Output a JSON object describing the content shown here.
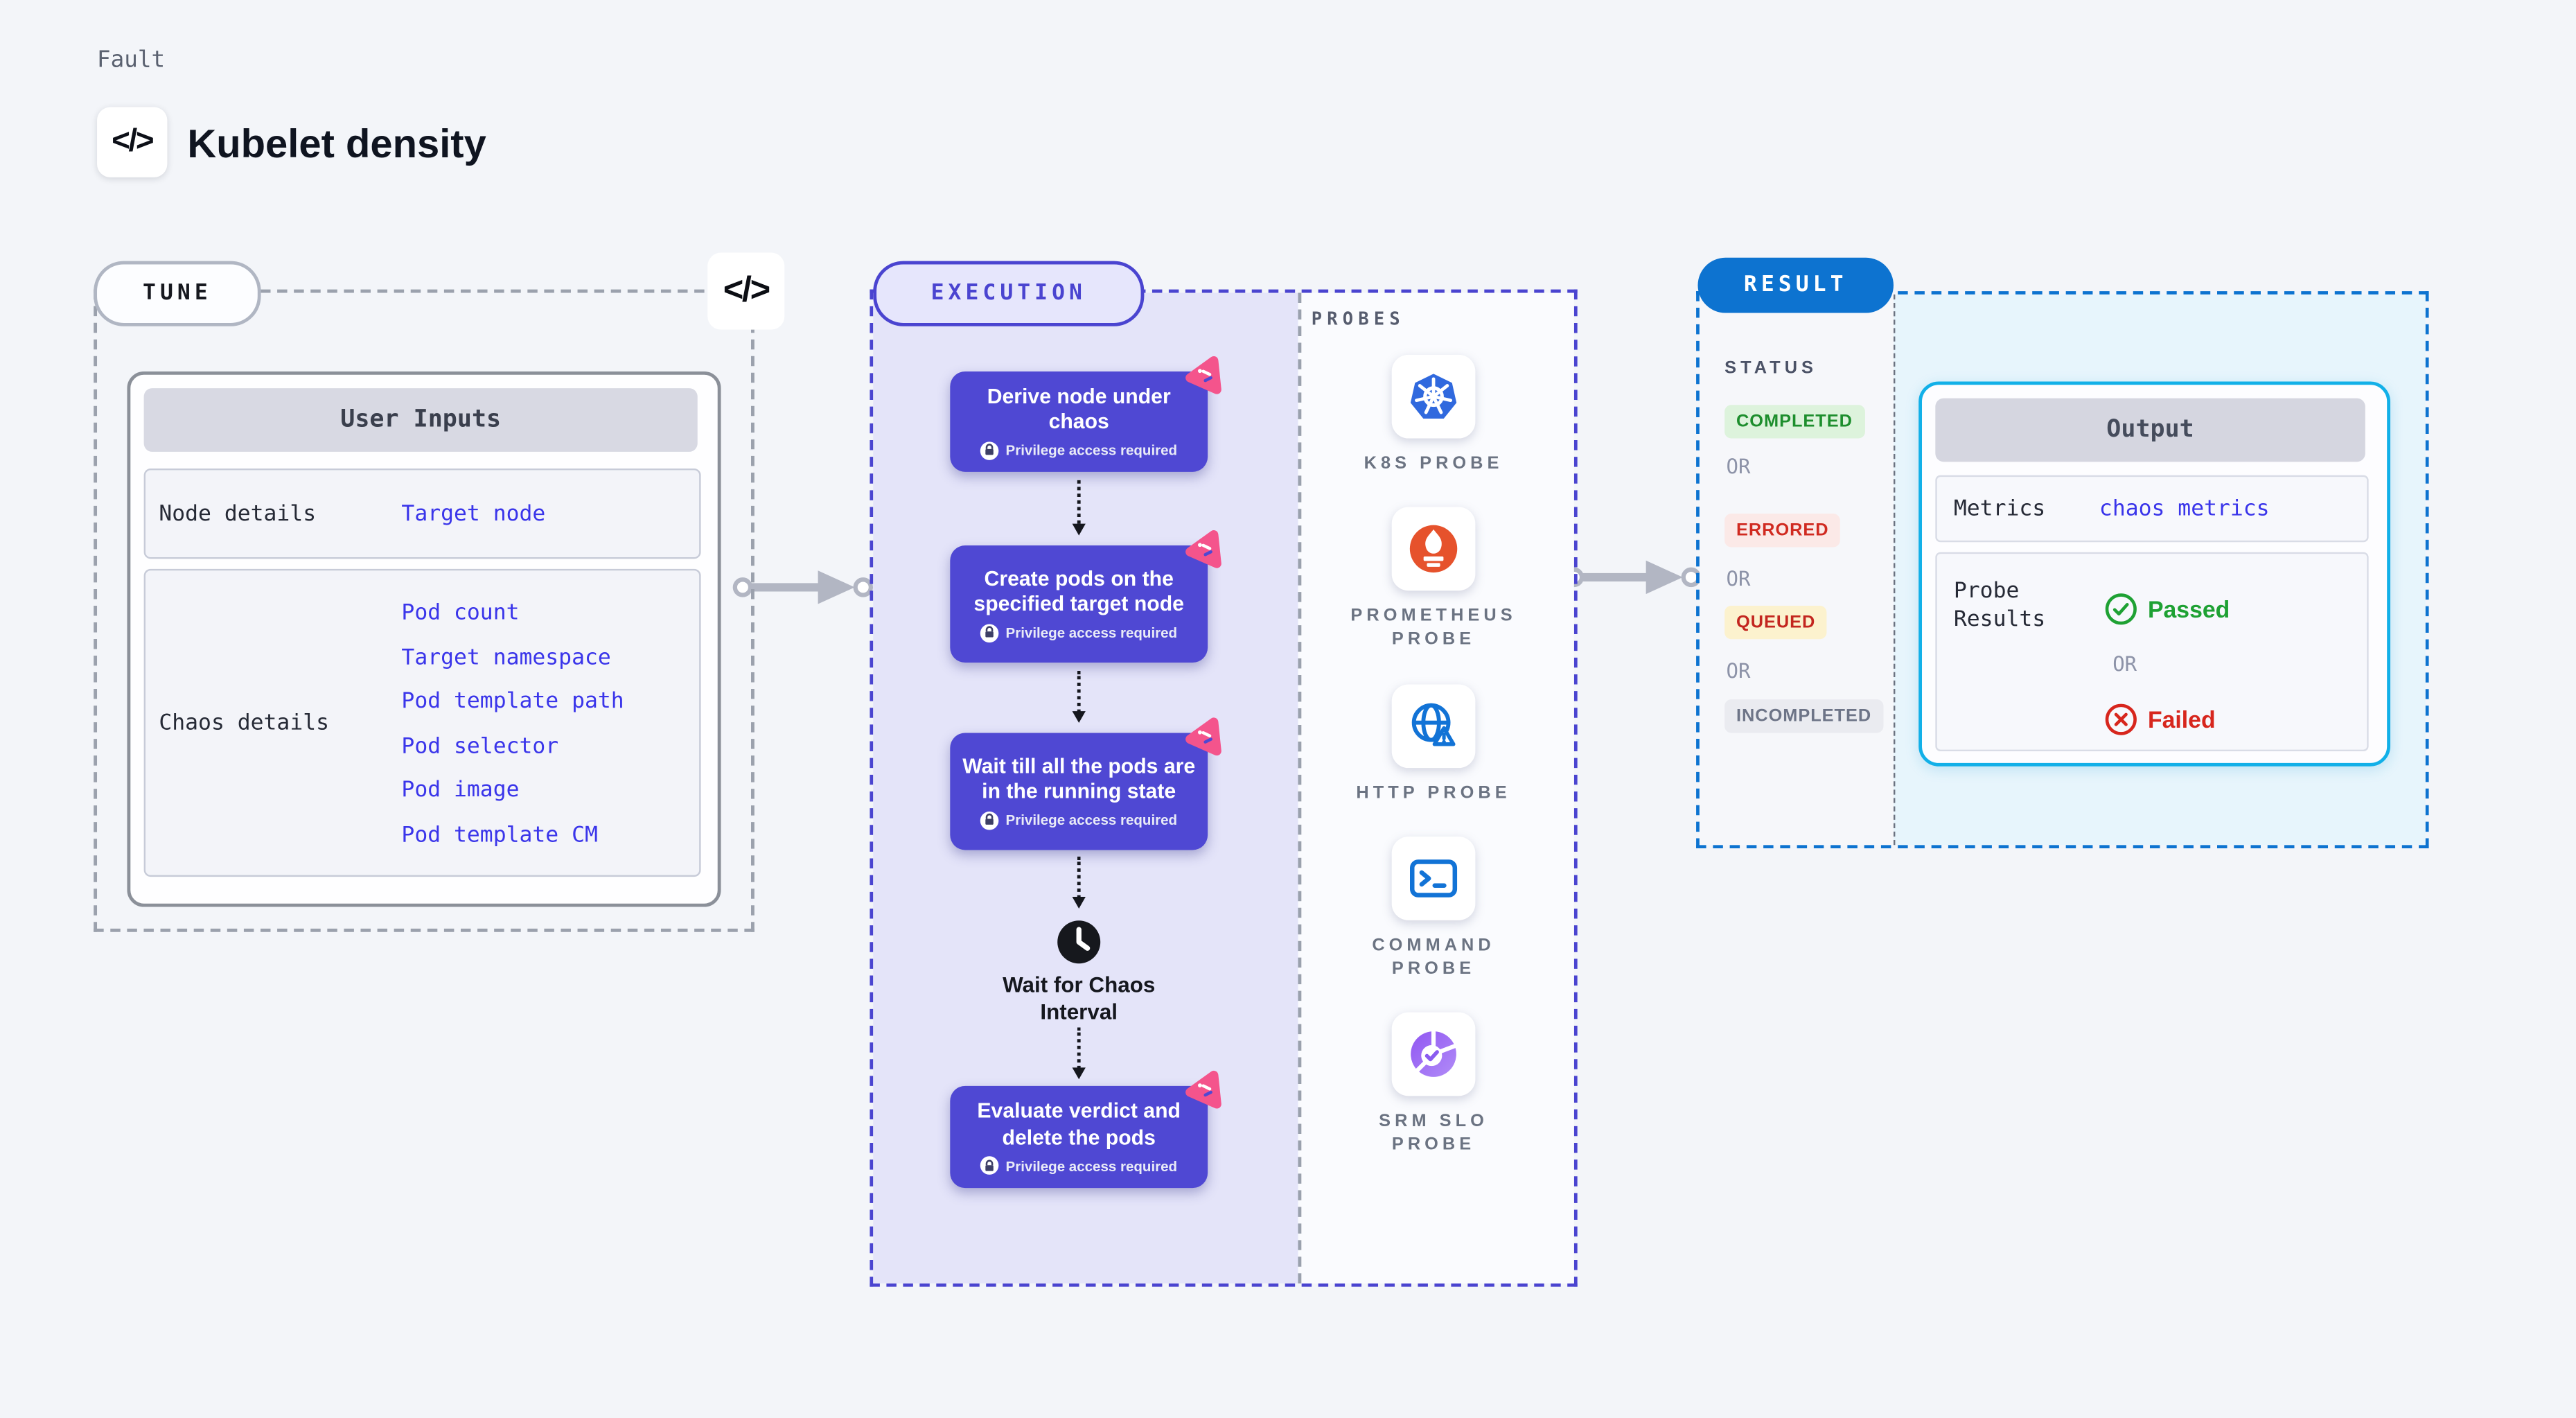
{
  "header": {
    "category_label": "Fault",
    "title": "Kubelet density",
    "code_glyph": "</>"
  },
  "tune": {
    "pill_label": "TUNE",
    "code_glyph": "</>",
    "user_inputs": {
      "title": "User Inputs",
      "rows": [
        {
          "label": "Node details",
          "links": [
            "Target node"
          ]
        },
        {
          "label": "Chaos details",
          "links": [
            "Pod count",
            "Target namespace",
            "Pod template path",
            "Pod selector",
            "Pod image",
            "Pod template CM"
          ]
        }
      ]
    }
  },
  "execution": {
    "pill_label": "EXECUTION",
    "steps": [
      {
        "title": "Derive node under chaos",
        "note": "Privilege access required"
      },
      {
        "title": "Create pods on the specified target node",
        "note": "Privilege access required"
      },
      {
        "title": "Wait till all the pods are in the running state",
        "note": "Privilege access required"
      },
      {
        "title": "Evaluate verdict and delete the pods",
        "note": "Privilege access required"
      }
    ],
    "wait_label": "Wait for Chaos Interval"
  },
  "probes": {
    "section_label": "PROBES",
    "items": [
      {
        "label": "K8S PROBE",
        "icon": "kubernetes-icon"
      },
      {
        "label": "PROMETHEUS PROBE",
        "icon": "prometheus-icon"
      },
      {
        "label": "HTTP PROBE",
        "icon": "http-globe-warning-icon"
      },
      {
        "label": "COMMAND PROBE",
        "icon": "terminal-icon"
      },
      {
        "label": "SRM SLO PROBE",
        "icon": "srm-slo-icon"
      }
    ]
  },
  "result": {
    "pill_label": "RESULT",
    "status": {
      "label": "STATUS",
      "or_label": "OR",
      "badges": [
        {
          "text": "COMPLETED",
          "type": "completed"
        },
        {
          "text": "ERRORED",
          "type": "errored"
        },
        {
          "text": "QUEUED",
          "type": "queued"
        },
        {
          "text": "INCOMPLETED",
          "type": "incompleted"
        }
      ]
    },
    "output": {
      "title": "Output",
      "rows": {
        "metrics_label": "Metrics",
        "metrics_link": "chaos metrics",
        "probe_results_label": "Probe Results",
        "passed_label": "Passed",
        "or_label": "OR",
        "failed_label": "Failed"
      }
    }
  },
  "colors": {
    "page_bg": "#f3f5f9",
    "step_indigo": "#4f48d3",
    "execution_accent": "#4a44d0",
    "result_accent": "#0d73d0",
    "output_accent": "#12b0e8",
    "link_blue": "#3a35ea",
    "pink_badge": "#f4548c",
    "completed_green": "#1d8e2d",
    "errored_red": "#d02a20",
    "queued_red_on_amber": "#c3261f",
    "passed_green": "#1ea133",
    "failed_red": "#d7261d",
    "arrow_gray": "#b2b6c3"
  }
}
